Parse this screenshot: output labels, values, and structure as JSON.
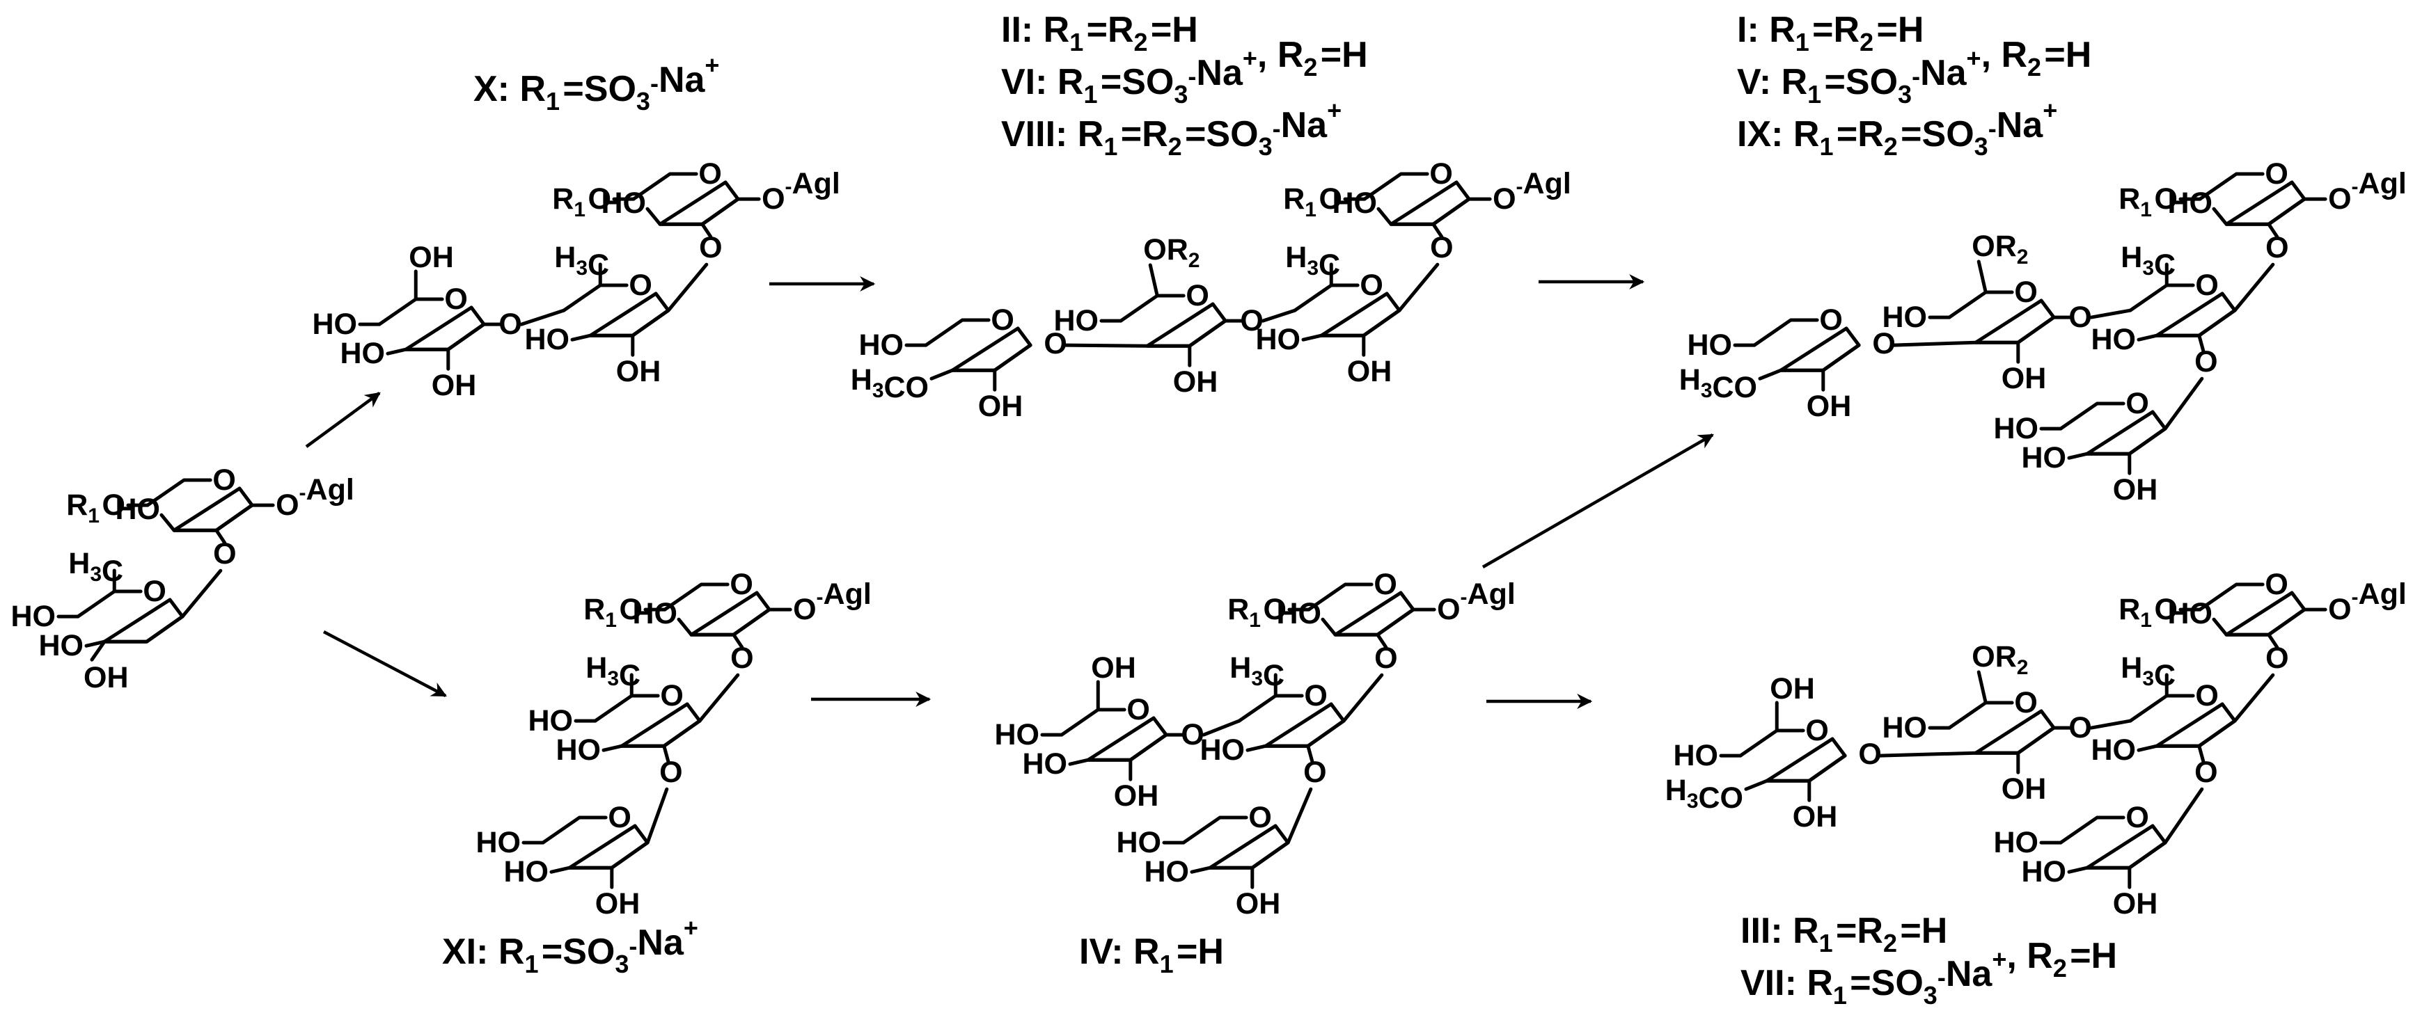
{
  "atoms": {
    "ring_o": "O",
    "oh": "OH",
    "ho": "HO",
    "o": "O",
    "o_agl": "O-Agl",
    "r1o": "R1O",
    "or2": "OR2",
    "h3c": "H3C",
    "h3co": "H3CO"
  },
  "captions": {
    "X": "X: R1=SO3-Na+",
    "II": "II: R1=R2=H",
    "VI": "VI: R1=SO3-Na+, R2=H",
    "VIII": "VIII: R1=R2=SO3-Na+",
    "I": "I: R1=R2=H",
    "V": "V: R1=SO3-Na+, R2=H",
    "IX": "IX: R1=R2=SO3-Na+",
    "XI": "XI: R1=SO3-Na+",
    "IV": "IV: R1=H",
    "III": "III: R1=R2=H",
    "VII": "VII: R1=SO3-Na+, R2=H"
  }
}
